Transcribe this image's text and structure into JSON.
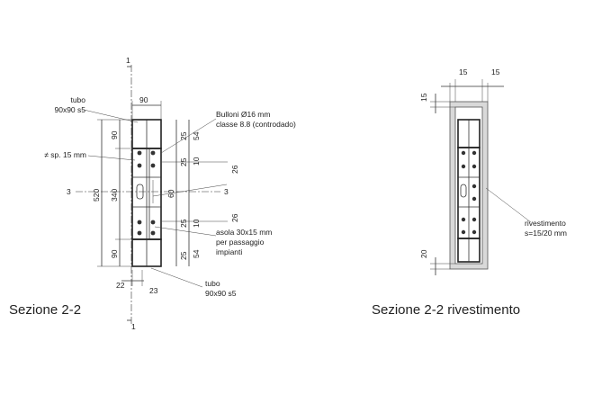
{
  "left": {
    "section_mark_top": "1",
    "section_mark_bottom": "1",
    "section_mark_left": "3",
    "section_mark_right": "3",
    "label_tubo_top": [
      "tubo",
      "90x90 s5"
    ],
    "label_plate": "≠ sp. 15 mm",
    "label_bolts": [
      "Bulloni Ø16 mm",
      "classe 8.8 (controdado)"
    ],
    "label_slot": [
      "asola 30x15 mm",
      "per passaggio",
      "impianti"
    ],
    "label_tubo_bottom": [
      "tubo",
      "90x90 s5"
    ],
    "dim_top_width": "90",
    "dim_left_90_top": "90",
    "dim_left_520": "520",
    "dim_left_340": "340",
    "dim_left_90_bot": "90",
    "dim_25_a": "25",
    "dim_54_a": "54",
    "dim_25_b": "25",
    "dim_10_a": "10",
    "dim_26_a": "26",
    "dim_60": "60",
    "dim_25_c": "25",
    "dim_10_b": "10",
    "dim_26_b": "26",
    "dim_25_d": "25",
    "dim_54_b": "54",
    "dim_22": "22",
    "dim_23": "23",
    "caption": "Sezione 2-2"
  },
  "right": {
    "dim_15_left": "15",
    "dim_15_right": "15",
    "dim_15_vert": "15",
    "dim_20_vert": "20",
    "label_cladding": [
      "rivestimento",
      "s=15/20 mm"
    ],
    "caption": "Sezione 2-2 rivestimento"
  }
}
